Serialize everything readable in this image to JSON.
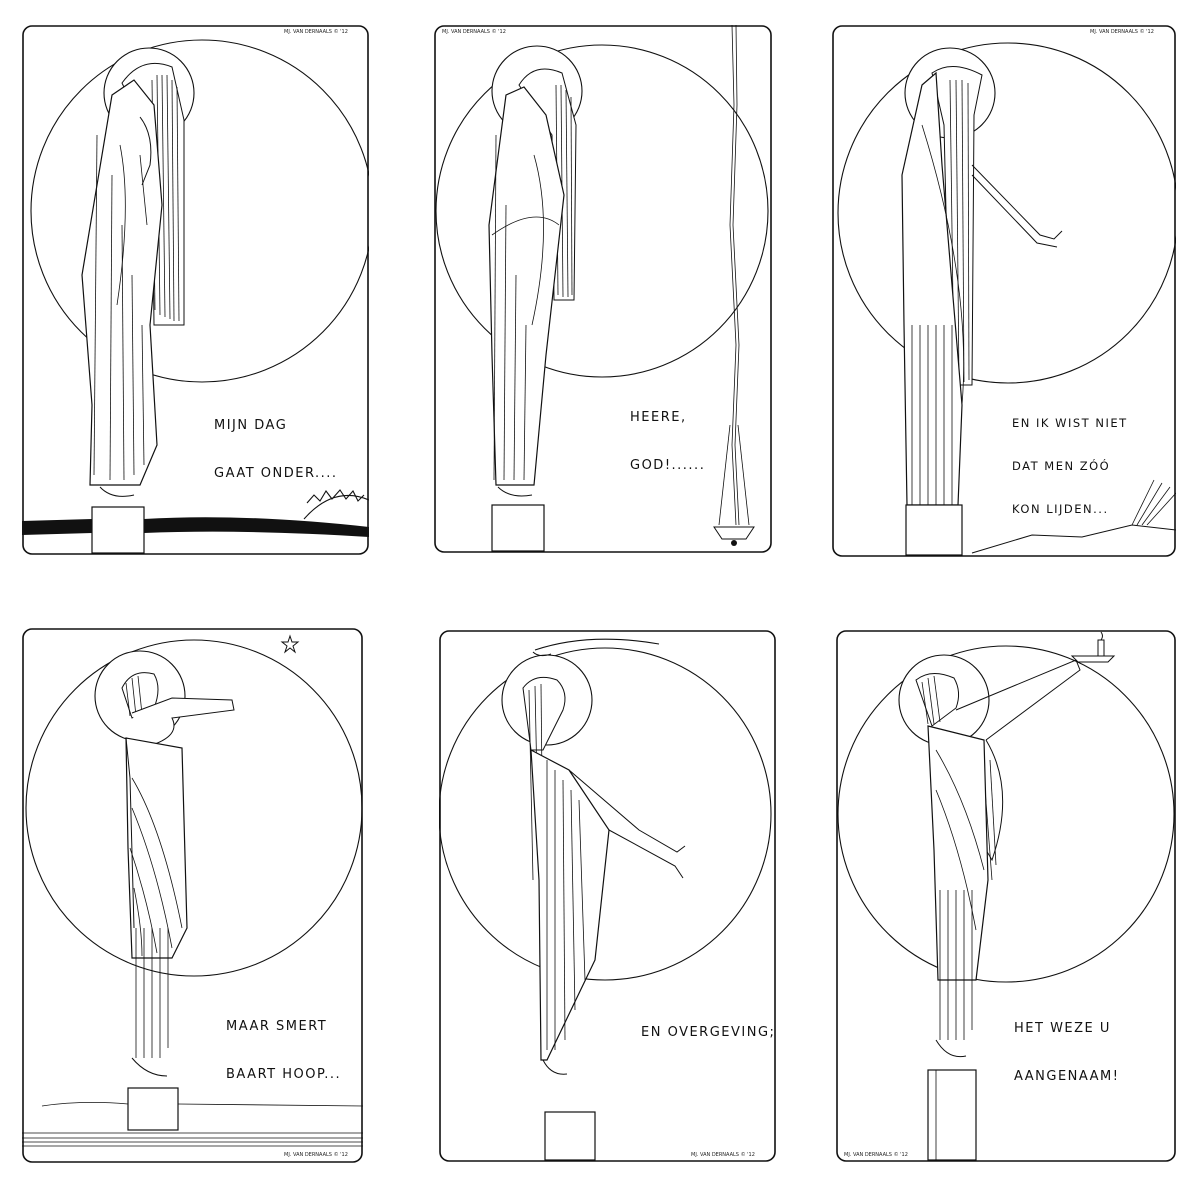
{
  "panels": [
    {
      "caption_lines": [
        "MIJN DAG",
        "GAAT ONDER...."
      ],
      "signature": "MJ. VAN DERNAALS © '12"
    },
    {
      "caption_lines": [
        "HEERE,",
        "GOD!......"
      ],
      "signature": "MJ. VAN DERNAALS © '12"
    },
    {
      "caption_lines": [
        "EN IK WIST NIET",
        "DAT MEN ZÓÓ",
        "KON LIJDEN..."
      ],
      "signature": "MJ. VAN DERNAALS © '12"
    },
    {
      "caption_lines": [
        "MAAR SMERT",
        "BAART HOOP..."
      ],
      "signature": "MJ. VAN DERNAALS © '12"
    },
    {
      "caption_lines": [
        "EN OVERGEVING;"
      ],
      "signature": "MJ. VAN DERNAALS © '12"
    },
    {
      "caption_lines": [
        "HET WEZE U",
        "AANGENAAM!"
      ],
      "signature": "MJ. VAN DERNAALS © '12"
    }
  ],
  "colors": {
    "ink": "#111111",
    "paper": "#ffffff"
  }
}
